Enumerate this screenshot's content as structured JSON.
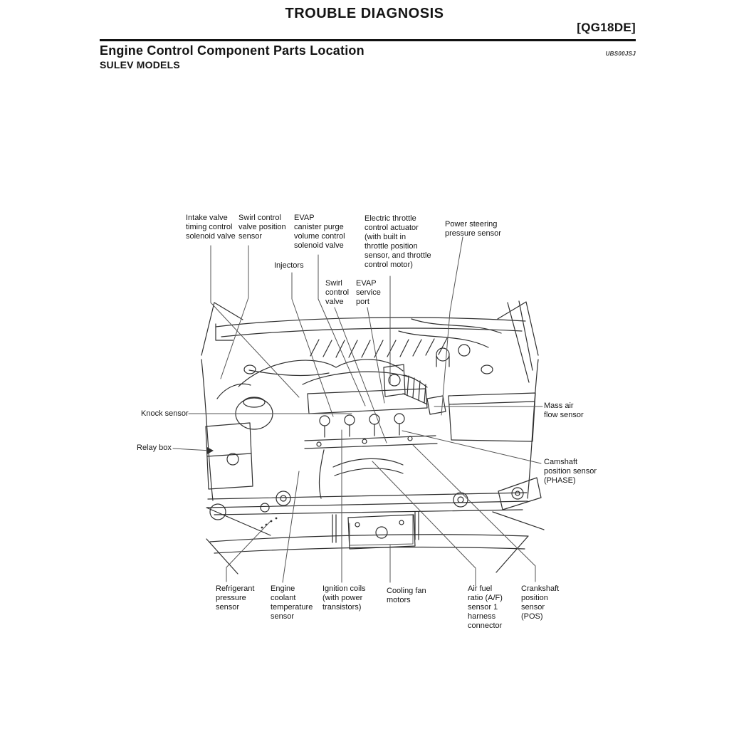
{
  "header": {
    "title": "TROUBLE DIAGNOSIS",
    "engine_code": "[QG18DE]"
  },
  "section": {
    "title": "Engine Control Component Parts Location",
    "subtitle": "SULEV MODELS",
    "doc_code": "UBS00JSJ"
  },
  "colors": {
    "ink": "#141414",
    "art_line": "#2f2f2f",
    "leader_line": "#555555",
    "background": "#ffffff"
  },
  "diagram": {
    "description": "Front view line drawing of QG18DE SULEV engine compartment with callout labels",
    "labels": [
      {
        "id": "intake-valve-timing-control-solenoid-valve",
        "text": "Intake valve\ntiming control\nsolenoid valve"
      },
      {
        "id": "swirl-control-valve-position-sensor",
        "text": "Swirl control\nvalve position\nsensor"
      },
      {
        "id": "evap-canister-purge-volume-control-solenoid-valve",
        "text": "EVAP\ncanister purge\nvolume control\nsolenoid valve"
      },
      {
        "id": "electric-throttle-control-actuator",
        "text": "Electric throttle\ncontrol actuator\n(with built in\nthrottle position\nsensor, and throttle\ncontrol motor)"
      },
      {
        "id": "power-steering-pressure-sensor",
        "text": "Power steering\npressure sensor"
      },
      {
        "id": "injectors",
        "text": "Injectors"
      },
      {
        "id": "swirl-control-valve",
        "text": "Swirl\ncontrol\nvalve"
      },
      {
        "id": "evap-service-port",
        "text": "EVAP\nservice\nport"
      },
      {
        "id": "knock-sensor",
        "text": "Knock sensor"
      },
      {
        "id": "relay-box",
        "text": "Relay box"
      },
      {
        "id": "mass-air-flow-sensor",
        "text": "Mass air\nflow sensor"
      },
      {
        "id": "camshaft-position-sensor-phase",
        "text": "Camshaft\nposition sensor\n(PHASE)"
      },
      {
        "id": "refrigerant-pressure-sensor",
        "text": "Refrigerant\npressure\nsensor"
      },
      {
        "id": "engine-coolant-temperature-sensor",
        "text": "Engine\ncoolant\ntemperature\nsensor"
      },
      {
        "id": "ignition-coils",
        "text": "Ignition coils\n(with power\ntransistors)"
      },
      {
        "id": "cooling-fan-motors",
        "text": "Cooling fan\nmotors"
      },
      {
        "id": "air-fuel-ratio-sensor-1-harness-connector",
        "text": "Air fuel\nratio (A/F)\nsensor 1\nharness\nconnector"
      },
      {
        "id": "crankshaft-position-sensor-pos",
        "text": "Crankshaft\nposition\nsensor\n(POS)"
      }
    ]
  }
}
